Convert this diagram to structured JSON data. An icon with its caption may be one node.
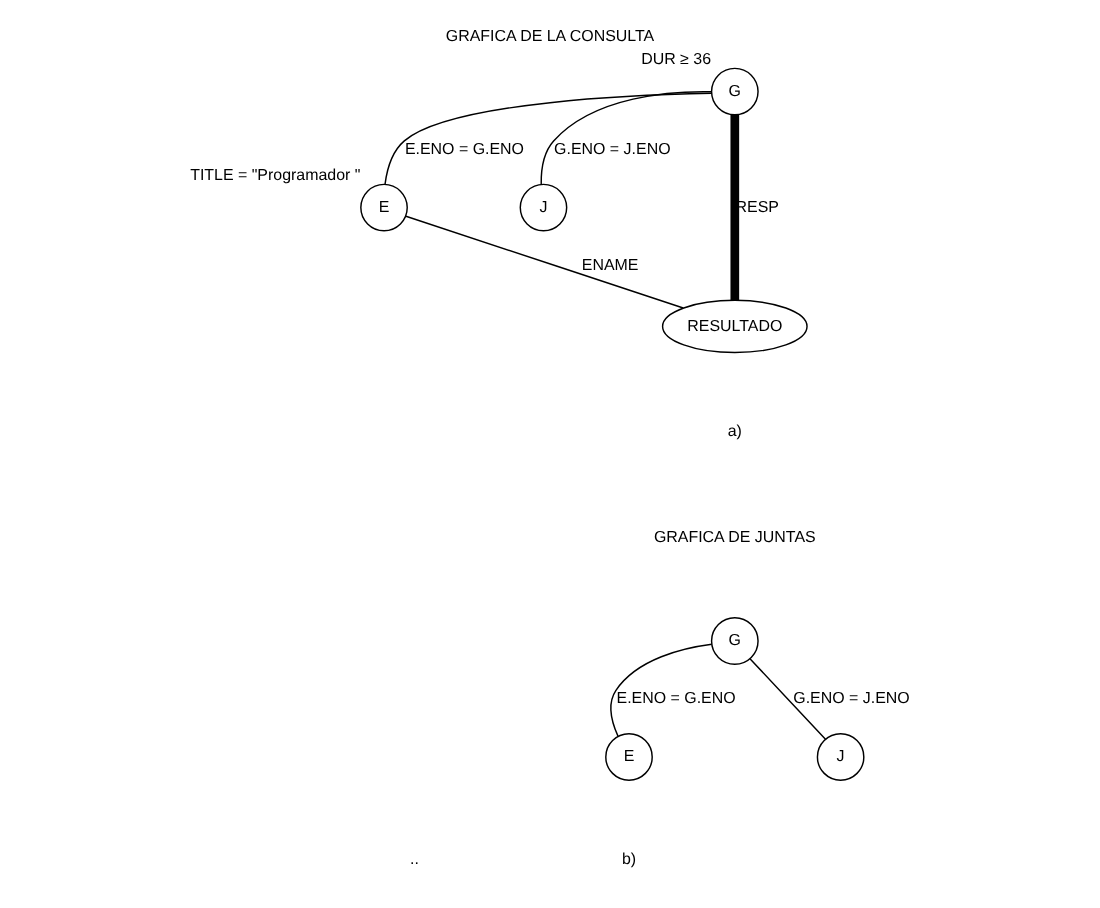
{
  "diagram": {
    "title": "GRAFICA DE LA CONSULTA",
    "nodes": [
      {
        "text": [
          "G"
        ],
        "beside": [
          "DUR ≥ 36"
        ]
      },
      {
        "text": [
          "E"
        ],
        "beside": [
          "TITLE = \"Programador \""
        ]
      },
      {
        "text": [
          "J"
        ]
      },
      {
        "text": [
          "RESULTADO"
        ]
      },
      {
        "text": [
          "G"
        ]
      },
      {
        "text": [
          "E"
        ]
      },
      {
        "text": [
          "J"
        ]
      }
    ],
    "edges": [
      {
        "from": 0,
        "to": 1,
        "arrow": "none",
        "label": "E.ENO = G.ENO"
      },
      {
        "from": 0,
        "to": 2,
        "arrow": "none",
        "label": "G.ENO = J.ENO"
      },
      {
        "from": 0,
        "to": 3,
        "arrow": "none",
        "label": "RESP",
        "style": "thick"
      },
      {
        "from": 1,
        "to": 3,
        "arrow": "none",
        "label": "ENAME"
      },
      {
        "from": 4,
        "to": 5,
        "arrow": "none",
        "label": "E.ENO = G.ENO"
      },
      {
        "from": 4,
        "to": 6,
        "arrow": "none",
        "label": "G.ENO = J.ENO"
      }
    ],
    "labels": [
      "a)",
      "GRAFICA DE JUNTAS",
      "b)",
      ".."
    ]
  }
}
